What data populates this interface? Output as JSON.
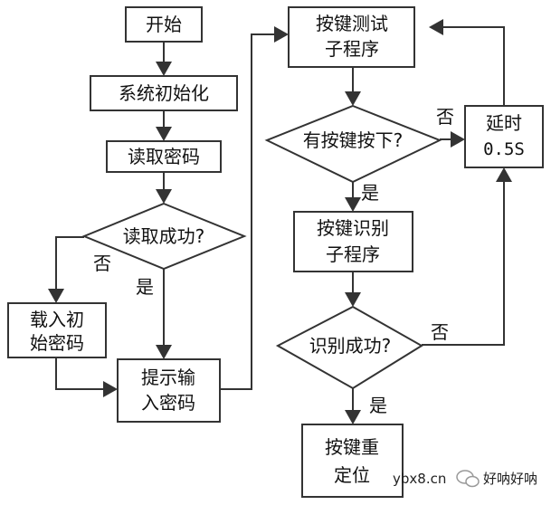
{
  "nodes": {
    "start": "开始",
    "init": "系统初始化",
    "read_pw": "读取密码",
    "read_ok": "读取成功?",
    "load_init_1": "载入初",
    "load_init_2": "始密码",
    "prompt_1": "提示输",
    "prompt_2": "入密码",
    "key_test_1": "按键测试",
    "key_test_2": "子程序",
    "key_pressed": "有按键按下?",
    "delay_1": "延时",
    "delay_2": "0.5S",
    "key_ident_1": "按键识别",
    "key_ident_2": "子程序",
    "ident_ok": "识别成功?",
    "reset_1": "按键重",
    "reset_2": "定位"
  },
  "edges": {
    "read_no": "否",
    "read_yes": "是",
    "pressed_no": "否",
    "pressed_yes": "是",
    "ident_no": "否",
    "ident_yes": "是"
  },
  "watermark": {
    "site": "ybx8.cn",
    "account": "好呐好呐"
  }
}
